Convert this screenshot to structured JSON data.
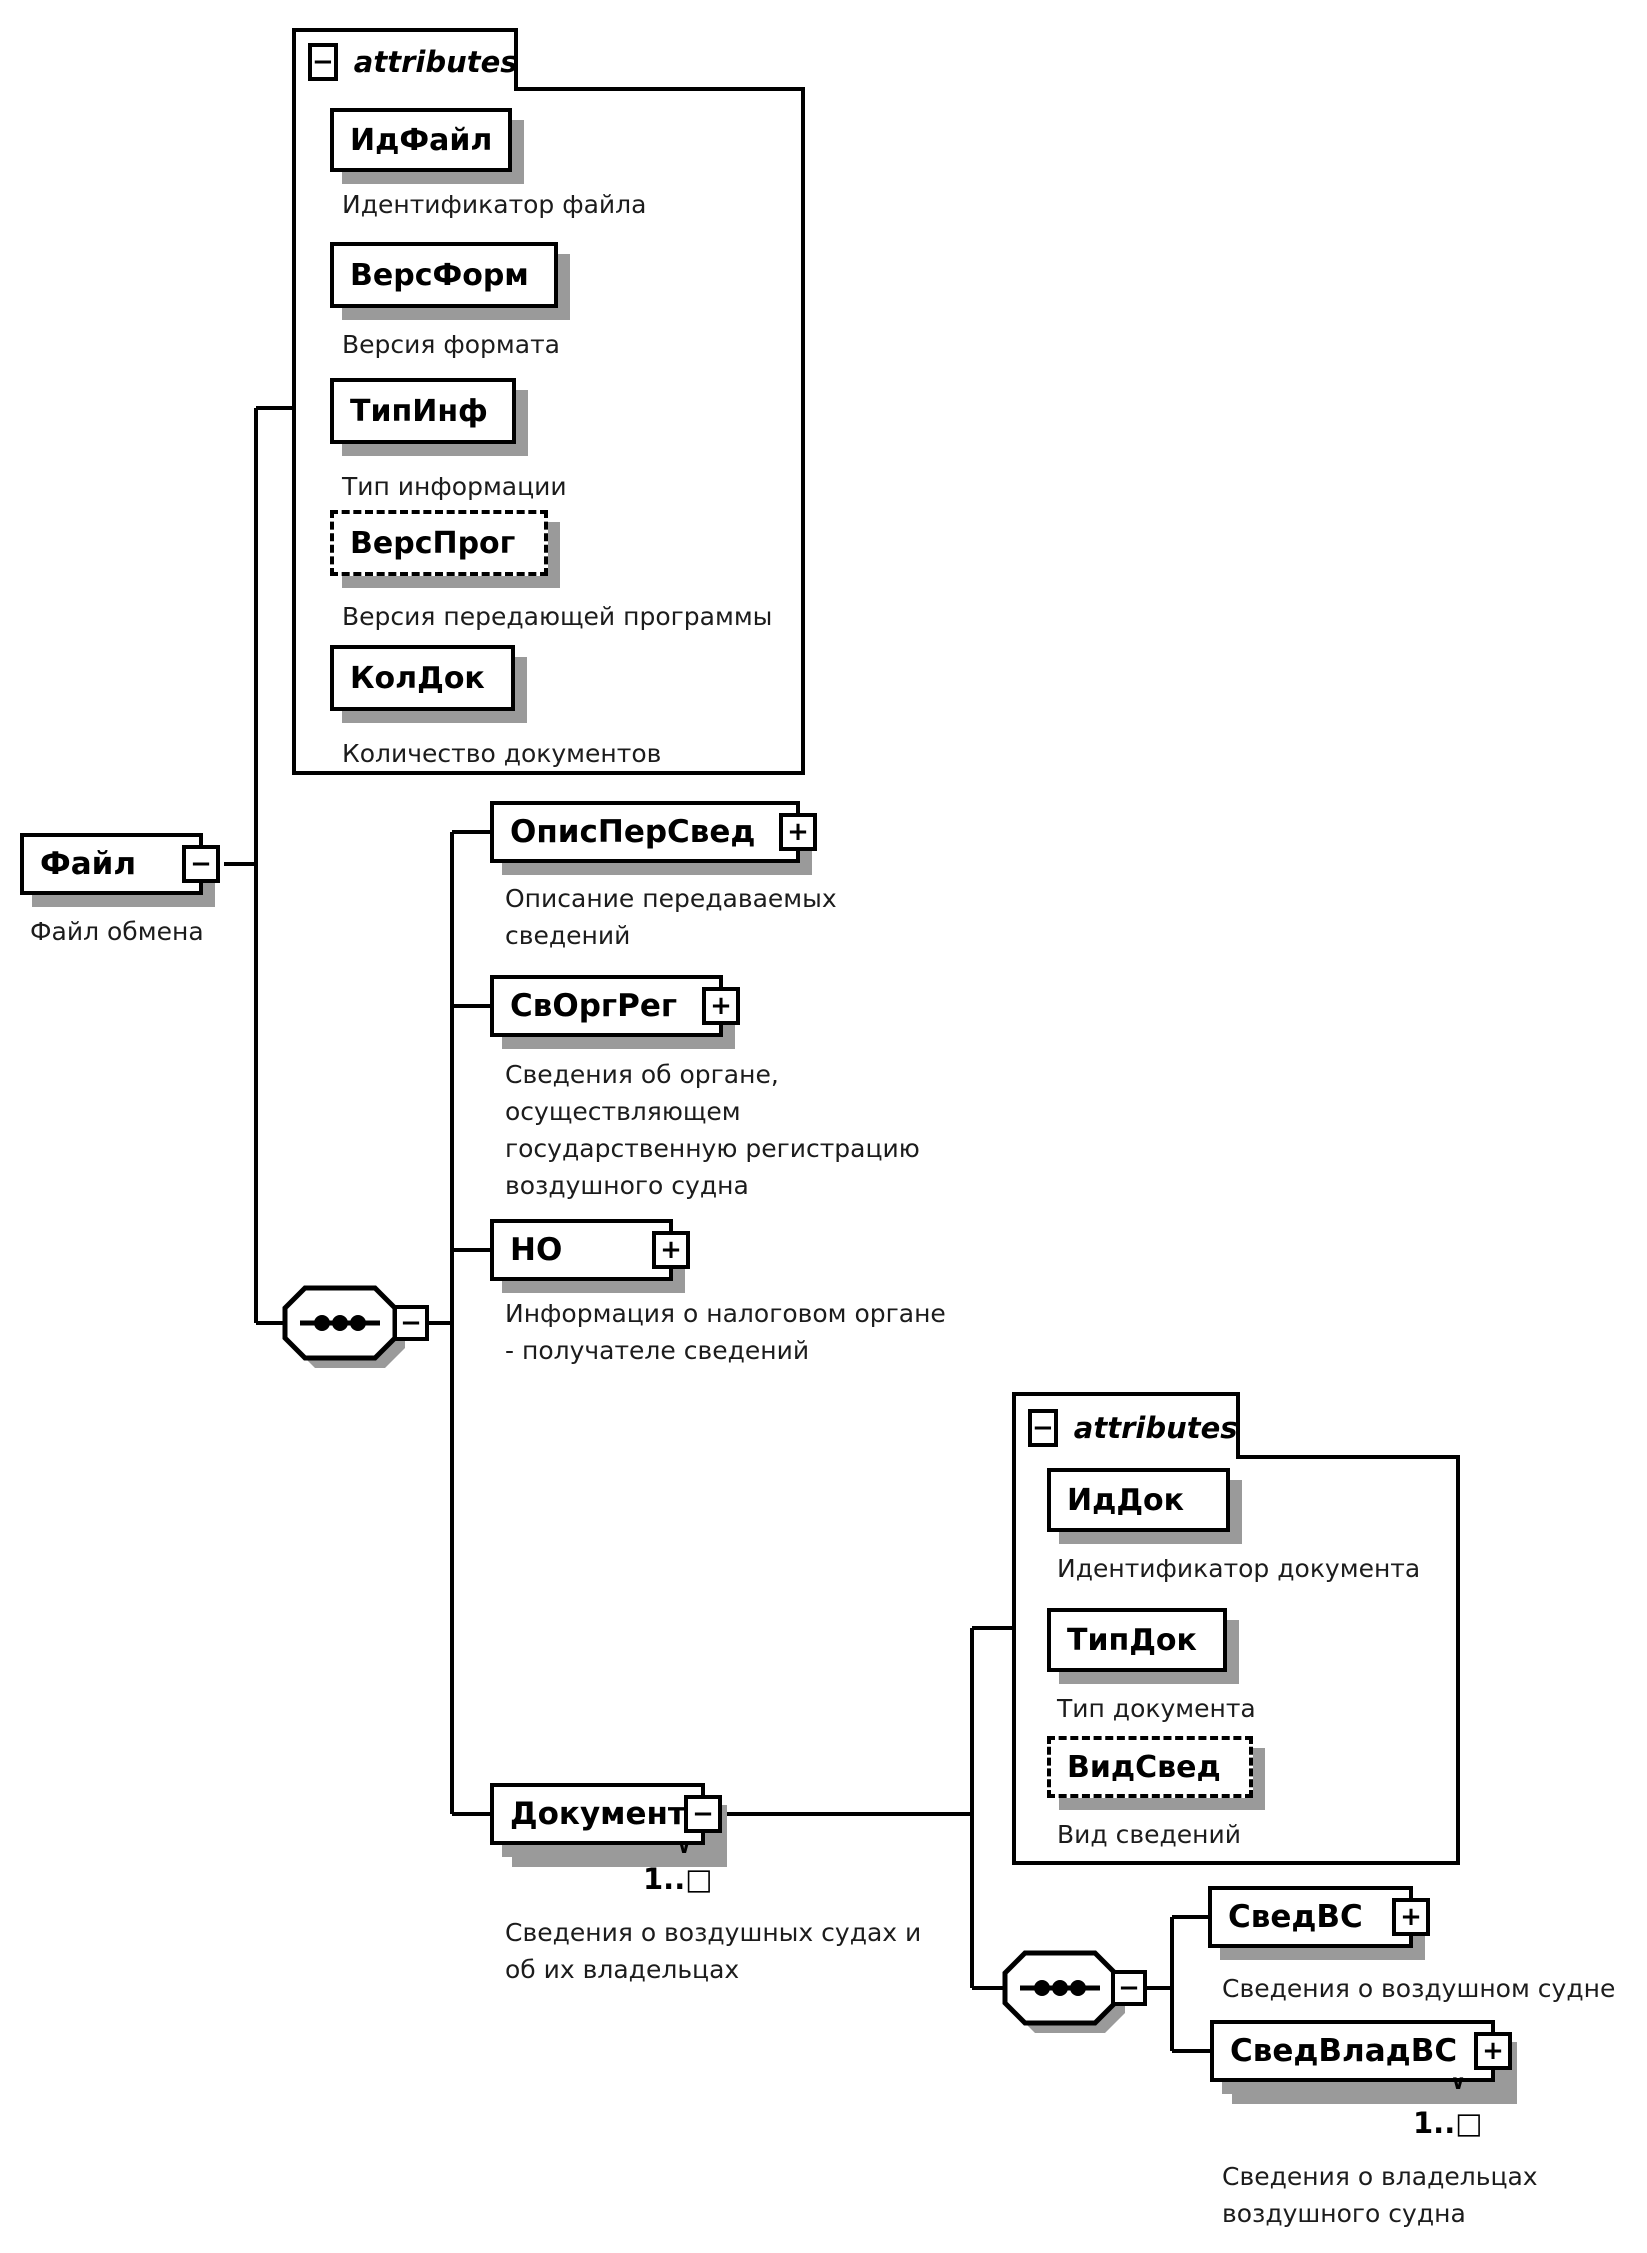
{
  "root": {
    "label": "Файл",
    "caption": "Файл обмена",
    "expander": "−"
  },
  "glyphs": {
    "multi_chevron": "∨"
  },
  "file_attributes_panel": {
    "title": "attributes",
    "expander": "−",
    "items": [
      {
        "label": "ИдФайл",
        "caption": "Идентификатор файла"
      },
      {
        "label": "ВерсФорм",
        "caption": "Версия формата"
      },
      {
        "label": "ТипИнф",
        "caption": "Тип информации"
      },
      {
        "label": "ВерсПрог",
        "caption": "Версия передающей программы"
      },
      {
        "label": "КолДок",
        "caption": "Количество документов"
      }
    ]
  },
  "sequence_1": {
    "expander": "−"
  },
  "file_children": [
    {
      "label": "ОписПерСвед",
      "caption": "Описание передаваемых\nсведений",
      "expander": "+"
    },
    {
      "label": "СвОргРег",
      "caption": "Сведения об органе,\nосуществляющем\nгосударственную регистрацию\nвоздушного судна",
      "expander": "+"
    },
    {
      "label": "НО",
      "caption": "Информация о налоговом органе\n- получателе сведений",
      "expander": "+"
    },
    {
      "label": "Документ",
      "caption": "Сведения о воздушных судах и\nоб их владельцах",
      "expander": "−",
      "occurrence": "1..□"
    }
  ],
  "document_attributes_panel": {
    "title": "attributes",
    "expander": "−",
    "items": [
      {
        "label": "ИдДок",
        "caption": "Идентификатор документа"
      },
      {
        "label": "ТипДок",
        "caption": "Тип документа"
      },
      {
        "label": "ВидСвед",
        "caption": "Вид сведений"
      }
    ]
  },
  "sequence_2": {
    "expander": "−"
  },
  "document_children": [
    {
      "label": "СведВС",
      "caption": "Сведения о воздушном судне",
      "expander": "+"
    },
    {
      "label": "СведВладВС",
      "caption": "Сведения о владельцах\nвоздушного судна",
      "expander": "+",
      "occurrence": "1..□"
    }
  ]
}
